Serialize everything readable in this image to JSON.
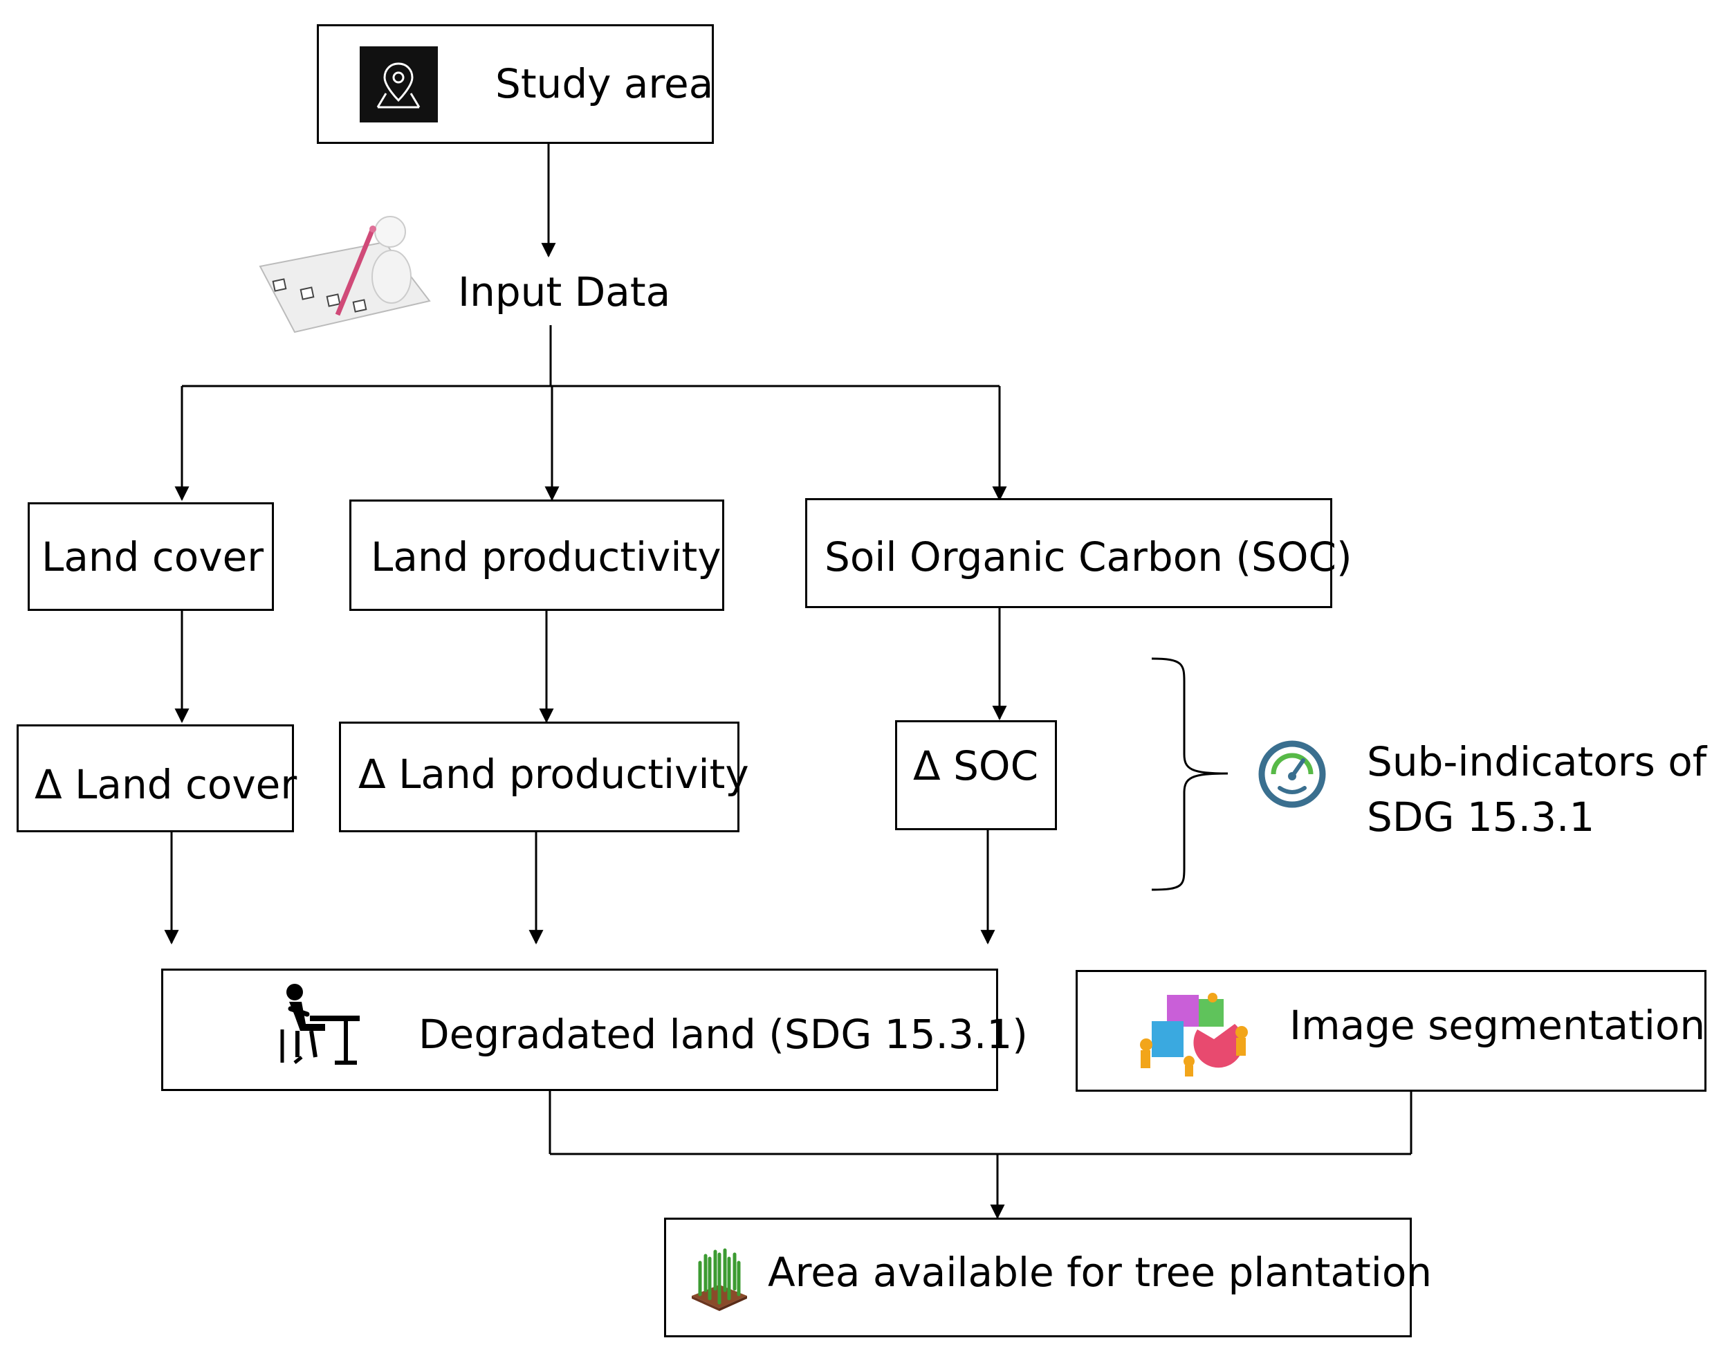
{
  "nodes": {
    "study_area": "Study area",
    "input_data": "Input Data",
    "land_cover": "Land cover",
    "land_productivity": "Land productivity",
    "soc": "Soil Organic Carbon (SOC)",
    "delta_land_cover": "Δ Land cover",
    "delta_land_productivity": "Δ Land productivity",
    "delta_soc": "Δ SOC",
    "degraded_land": "Degradated land (SDG 15.3.1)",
    "image_segmentation": "Image segmentation",
    "area_available": "Area available for tree plantation"
  },
  "annotation": {
    "line1": "Sub-indicators of",
    "line2": "SDG 15.3.1"
  },
  "icons": {
    "study_area": "map-pin-icon",
    "input_data": "checklist-writer-icon",
    "sub_indicators": "speedometer-icon",
    "degraded_land": "person-at-desk-icon",
    "image_segmentation": "puzzle-team-icon",
    "area_available": "plant-field-icon"
  },
  "colors": {
    "line": "#000000",
    "gauge": "#3a6f8f",
    "gauge_accent": "#57b947",
    "puzzle": [
      "#e84a6f",
      "#3aa9e0",
      "#c95fd8",
      "#5fc35b",
      "#f2a51a"
    ]
  }
}
